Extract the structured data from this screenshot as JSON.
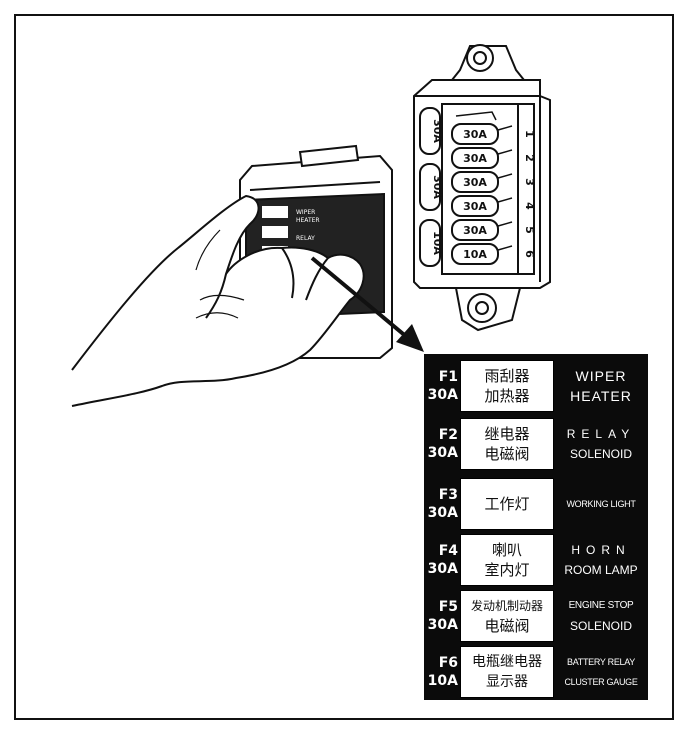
{
  "fuse_box": {
    "vertical_fuse_labels": [
      "30A",
      "30A",
      "10A"
    ],
    "fuse_ratings": [
      "30A",
      "30A",
      "30A",
      "30A",
      "30A",
      "10A"
    ],
    "slot_numbers": [
      "1",
      "2",
      "3",
      "4",
      "5",
      "6"
    ]
  },
  "legend": {
    "rows": [
      {
        "id": "F1",
        "amp": "30A",
        "cn_line1": "雨刮器",
        "cn_line2": "加热器",
        "en_line1": "WIPER",
        "en_line2": "HEATER"
      },
      {
        "id": "F2",
        "amp": "30A",
        "cn_line1": "继电器",
        "cn_line2": "电磁阀",
        "en_line1": "RELAY",
        "en_line2": "SOLENOID"
      },
      {
        "id": "F3",
        "amp": "30A",
        "cn_line1": "工作灯",
        "cn_line2": "",
        "en_line1": "WORKING LIGHT",
        "en_line2": ""
      },
      {
        "id": "F4",
        "amp": "30A",
        "cn_line1": "喇叭",
        "cn_line2": "室内灯",
        "en_line1": "HORN",
        "en_line2": "ROOM LAMP"
      },
      {
        "id": "F5",
        "amp": "30A",
        "cn_line1": "发动机制动器",
        "cn_line2": "电磁阀",
        "en_line1": "ENGINE STOP",
        "en_line2": "SOLENOID"
      },
      {
        "id": "F6",
        "amp": "10A",
        "cn_line1": "电瓶继电器",
        "cn_line2": "显示器",
        "en_line1": "BATTERY RELAY",
        "en_line2": "CLUSTER GAUGE"
      }
    ]
  }
}
